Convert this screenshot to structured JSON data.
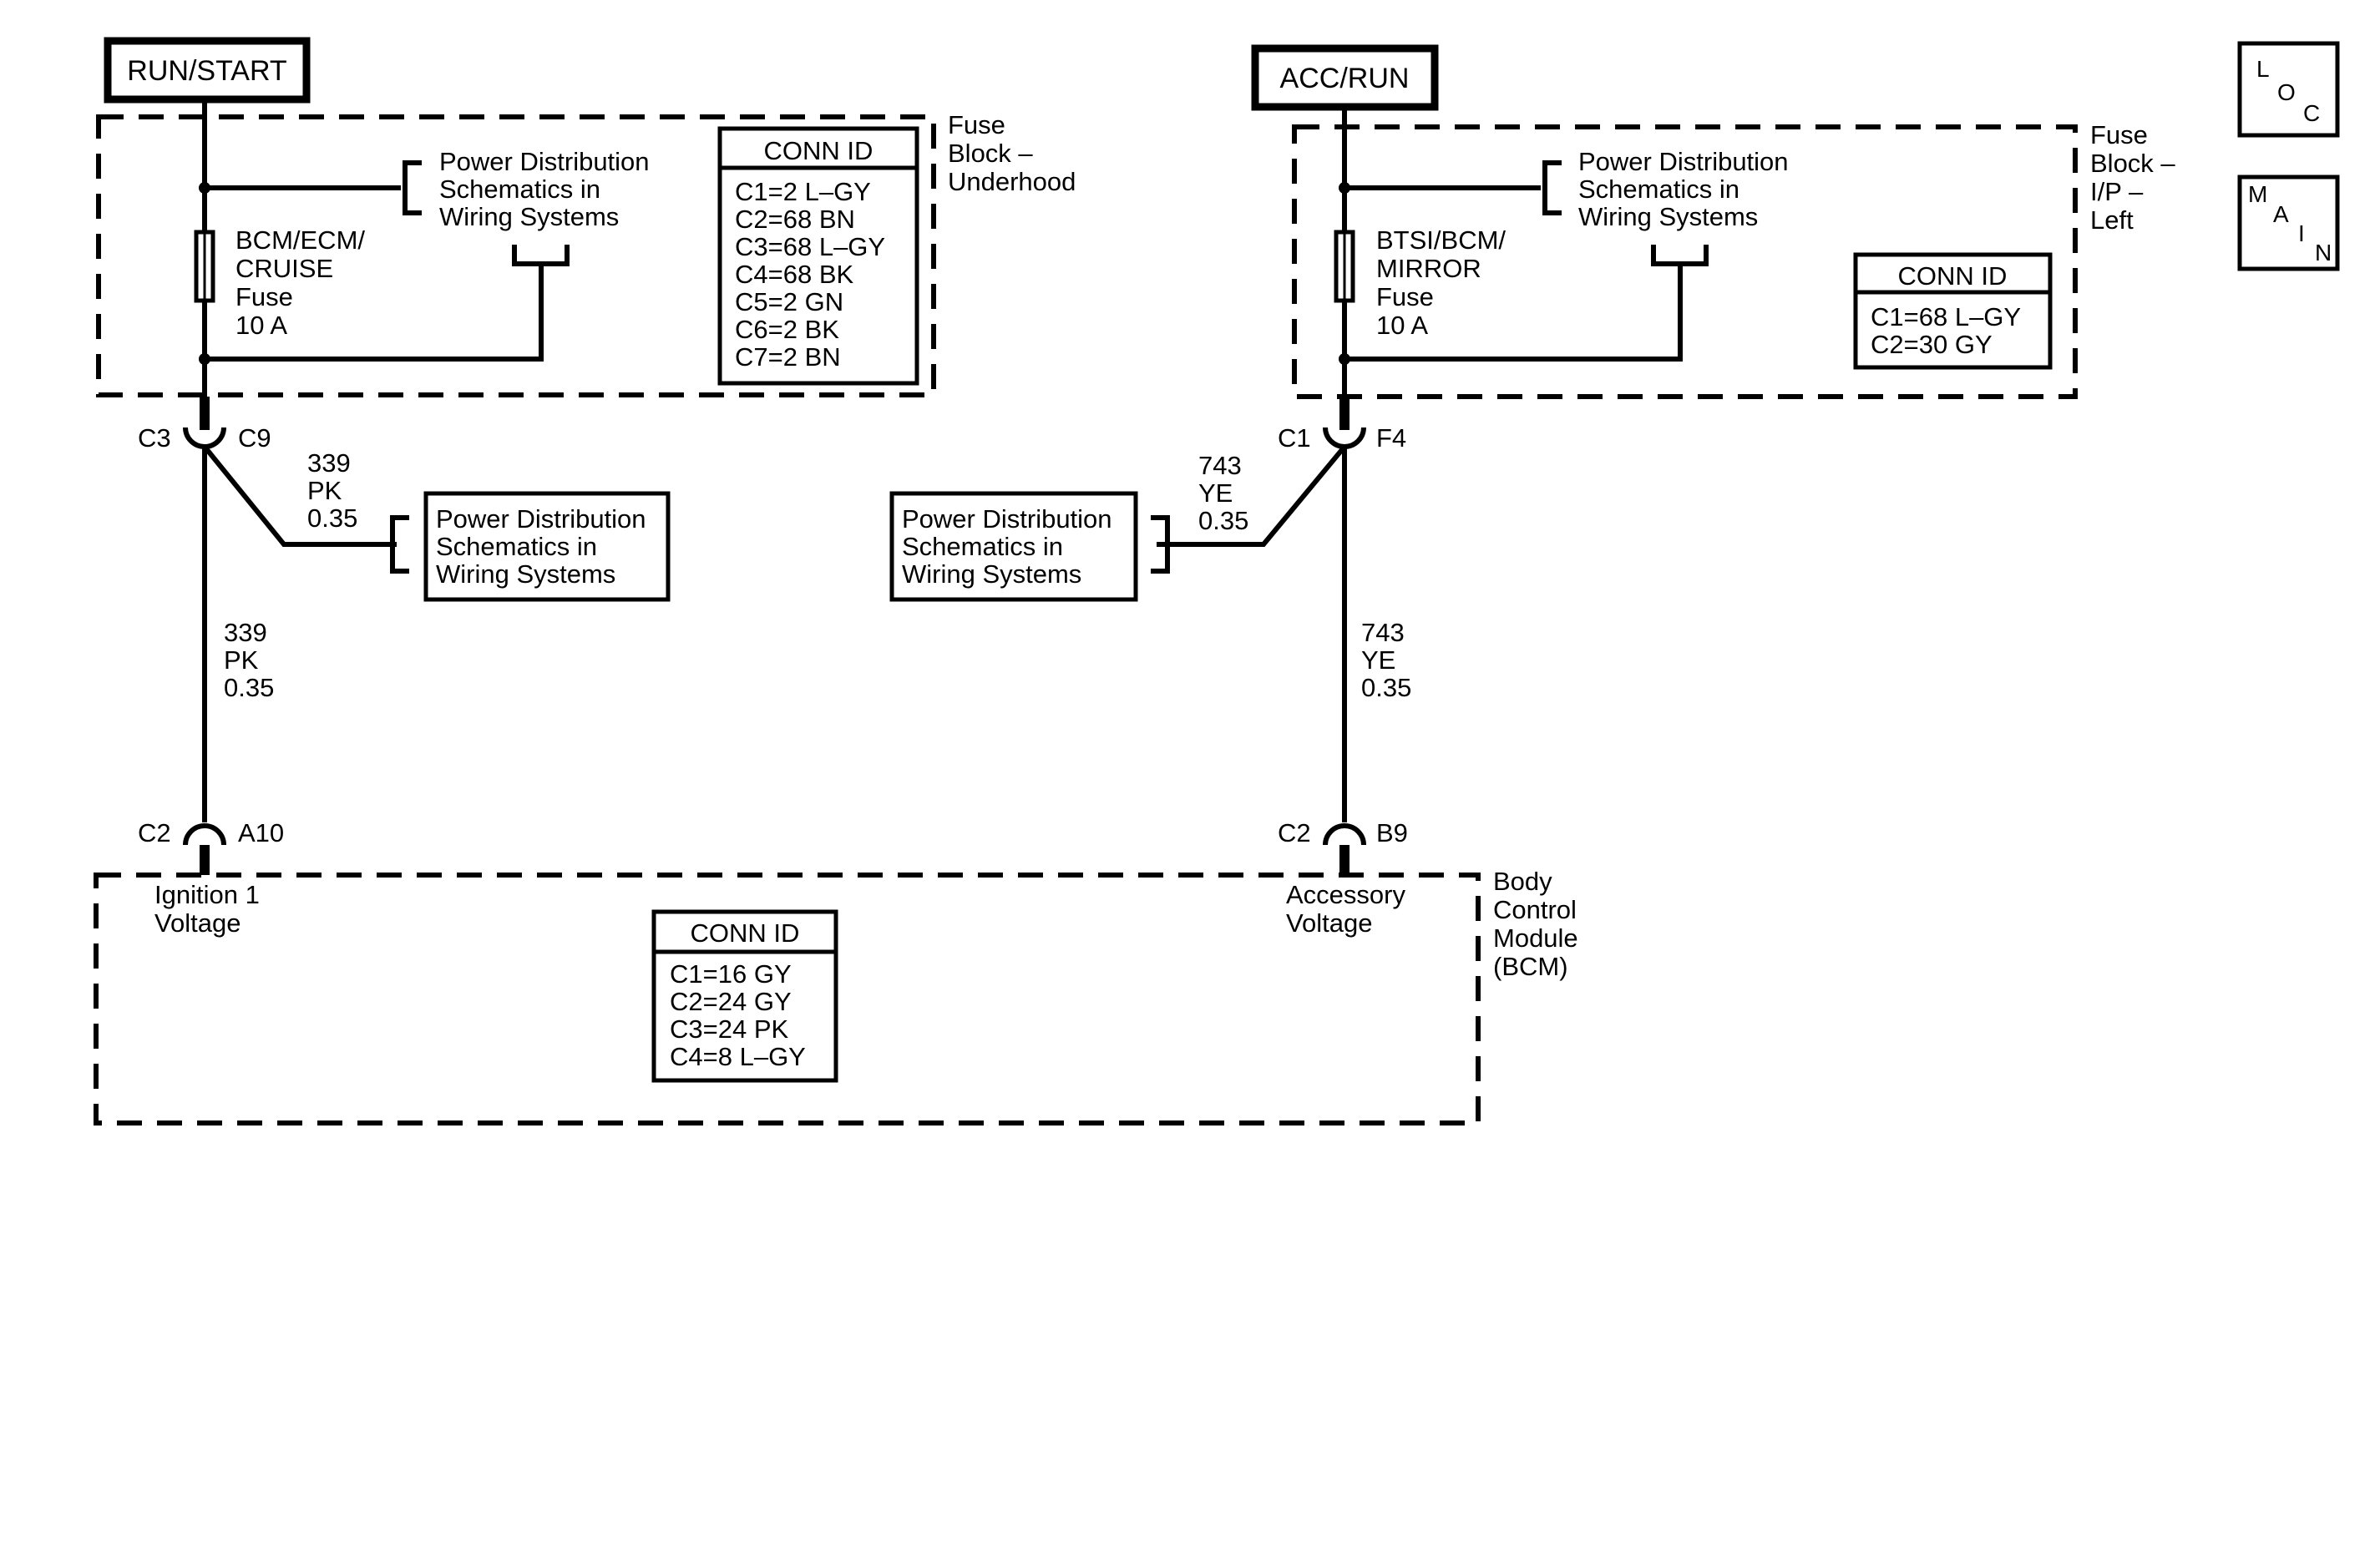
{
  "power_modes": {
    "run_start": "RUN/START",
    "acc_run": "ACC/RUN"
  },
  "nav_buttons": {
    "loc": [
      "L",
      "O",
      "C"
    ],
    "main": [
      "M",
      "A",
      "I",
      "N"
    ]
  },
  "fuse_block_underhood": {
    "title": [
      "Fuse",
      "Block –",
      "Underhood"
    ],
    "fuse": [
      "BCM/ECM/",
      "CRUISE",
      "Fuse",
      "10 A"
    ],
    "conn_id": {
      "header": "CONN ID",
      "rows": [
        "C1=2 L–GY",
        "C2=68 BN",
        "C3=68 L–GY",
        "C4=68 BK",
        "C5=2 GN",
        "C6=2 BK",
        "C7=2 BN"
      ]
    }
  },
  "fuse_block_ip_left": {
    "title": [
      "Fuse",
      "Block –",
      "I/P –",
      "Left"
    ],
    "fuse": [
      "BTSI/BCM/",
      "MIRROR",
      "Fuse",
      "10 A"
    ],
    "conn_id": {
      "header": "CONN ID",
      "rows": [
        "C1=68 L–GY",
        "C2=30 GY"
      ]
    }
  },
  "power_distribution_ref": [
    "Power Distribution",
    "Schematics in",
    "Wiring Systems"
  ],
  "left_circuit": {
    "top_connector": {
      "conn": "C3",
      "pin": "C9"
    },
    "branch_wire": [
      "339",
      "PK",
      "0.35"
    ],
    "main_wire": [
      "339",
      "PK",
      "0.35"
    ],
    "bcm_connector": {
      "conn": "C2",
      "pin": "A10"
    },
    "bcm_input": [
      "Ignition 1",
      "Voltage"
    ]
  },
  "right_circuit": {
    "top_connector": {
      "conn": "C1",
      "pin": "F4"
    },
    "branch_wire": [
      "743",
      "YE",
      "0.35"
    ],
    "main_wire": [
      "743",
      "YE",
      "0.35"
    ],
    "bcm_connector": {
      "conn": "C2",
      "pin": "B9"
    },
    "bcm_input": [
      "Accessory",
      "Voltage"
    ]
  },
  "bcm": {
    "title": [
      "Body",
      "Control",
      "Module",
      "(BCM)"
    ],
    "conn_id": {
      "header": "CONN ID",
      "rows": [
        "C1=16 GY",
        "C2=24 GY",
        "C3=24 PK",
        "C4=8 L–GY"
      ]
    }
  }
}
